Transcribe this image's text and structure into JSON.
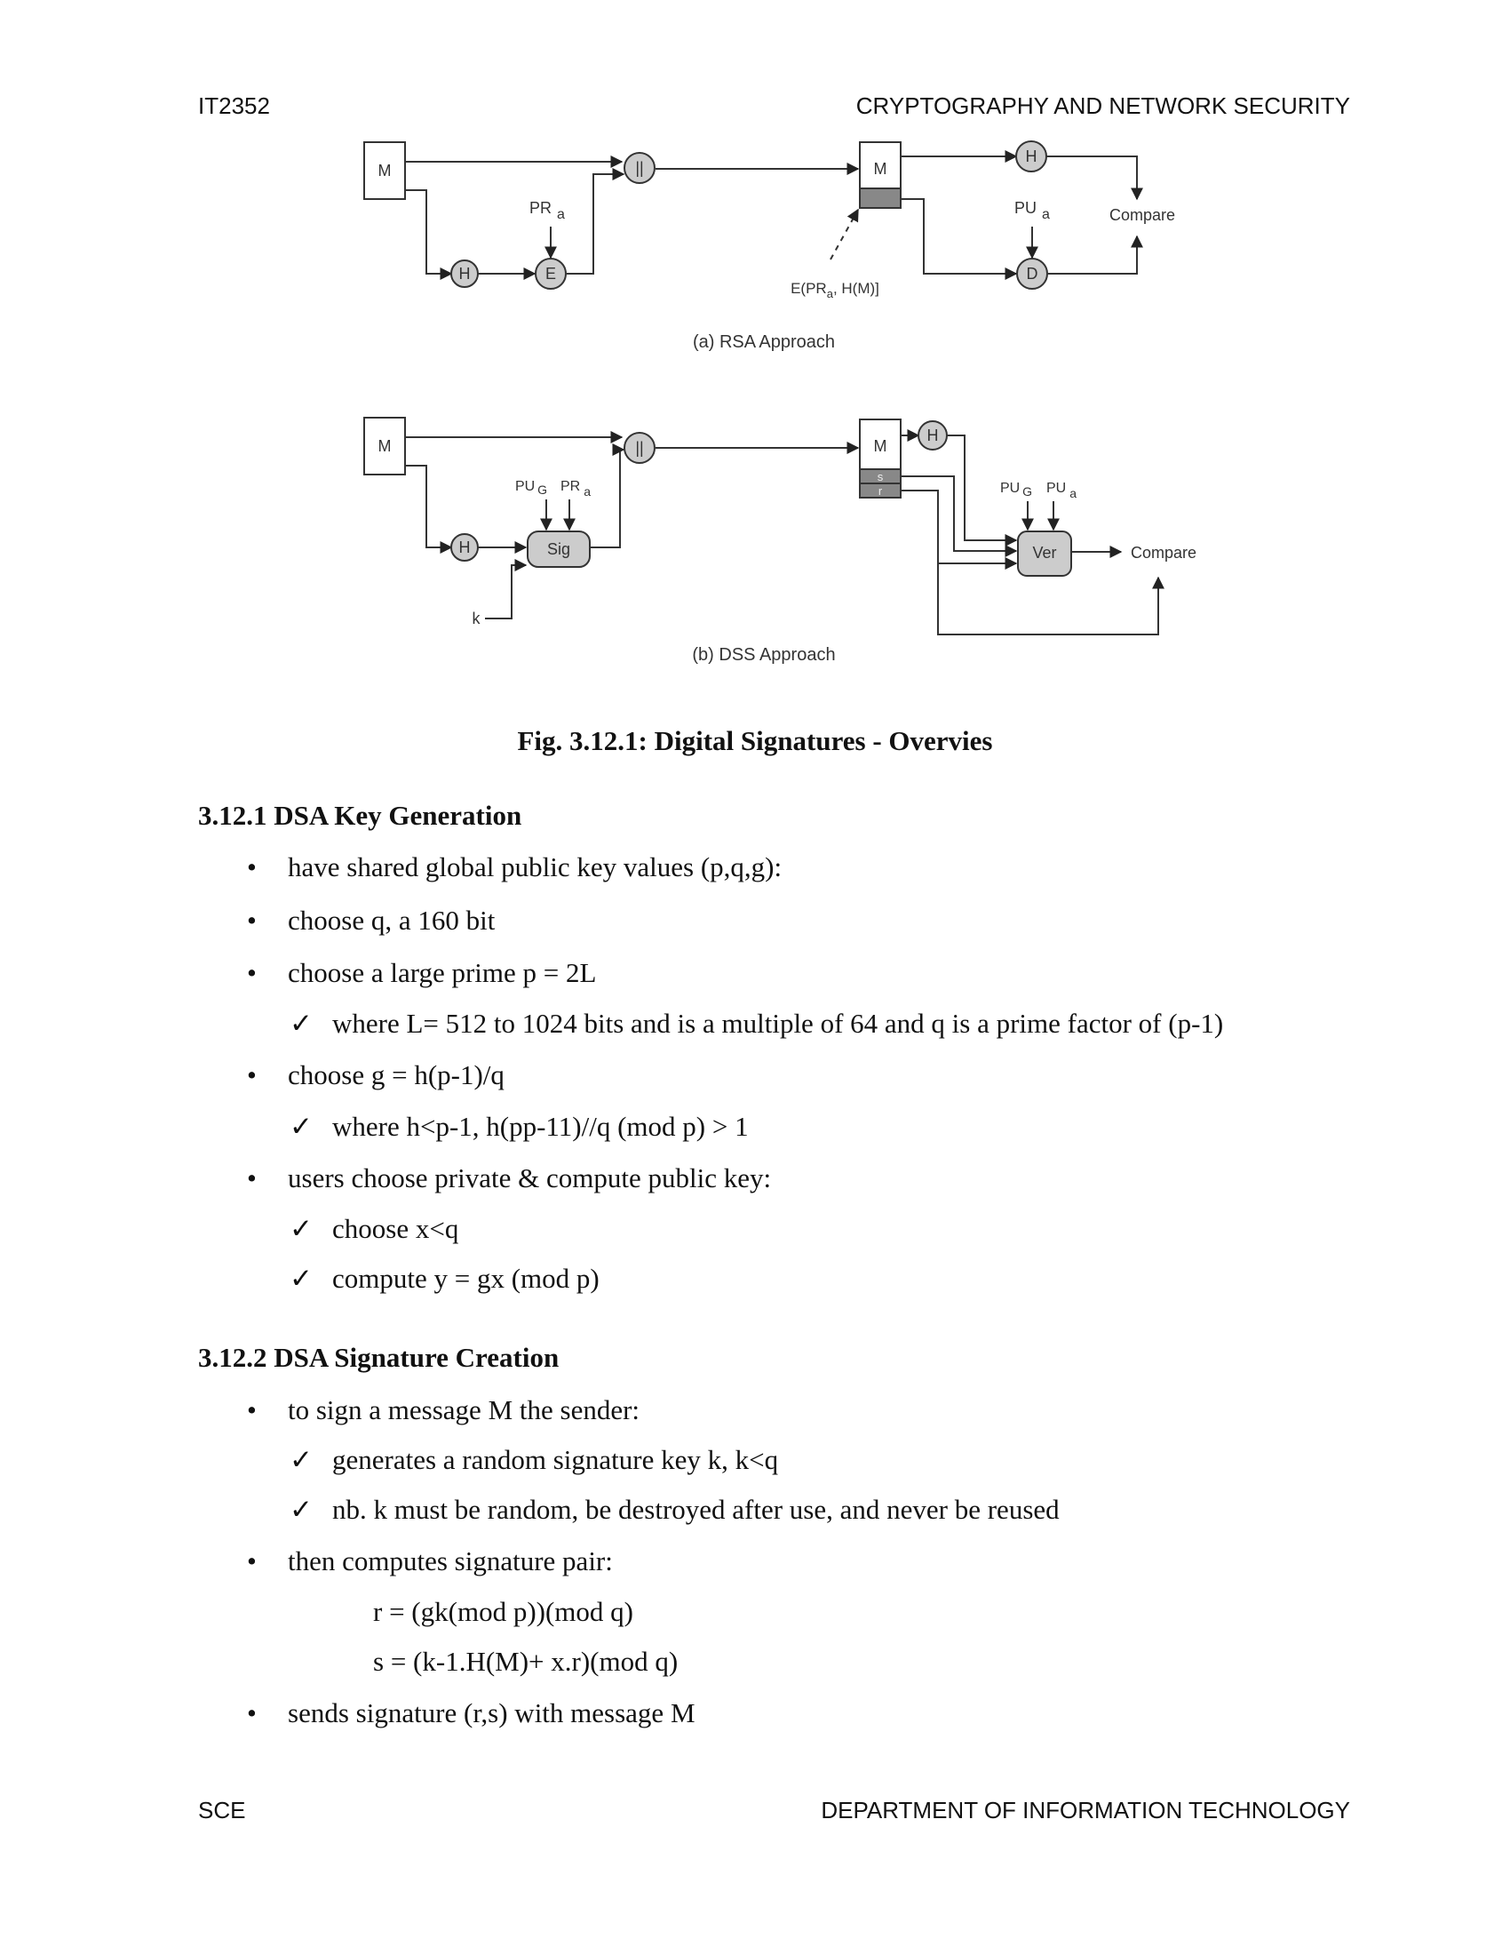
{
  "header": {
    "left": "IT2352",
    "right": "CRYPTOGRAPHY AND NETWORK SECURITY"
  },
  "footer": {
    "left": "SCE",
    "right": "DEPARTMENT OF INFORMATION TECHNOLOGY"
  },
  "diagram": {
    "rsa": {
      "m_sender": "M",
      "concat": "||",
      "hash": "H",
      "pr": "PR",
      "pr_sub": "a",
      "encrypt": "E",
      "m_receiver": "M",
      "sig_label": "E(PR",
      "sig_label_sub": "a",
      "sig_label_rest": ", H(M)]",
      "hash_recv": "H",
      "pu": "PU",
      "pu_sub": "a",
      "decrypt": "D",
      "compare": "Compare",
      "caption": "(a) RSA Approach"
    },
    "dss": {
      "m_sender": "M",
      "concat": "||",
      "hash": "H",
      "pug": "PU",
      "pug_sub": "G",
      "pra": "PR",
      "pra_sub": "a",
      "sig": "Sig",
      "k": "k",
      "m_receiver": "M",
      "s": "s",
      "r": "r",
      "hash_recv": "H",
      "pug2": "PU",
      "pug2_sub": "G",
      "pua": "PU",
      "pua_sub": "a",
      "ver": "Ver",
      "compare": "Compare",
      "caption": "(b) DSS Approach"
    }
  },
  "figure_caption": "Fig. 3.12.1: Digital Signatures - Overvies",
  "section1": {
    "title": "3.12.1 DSA Key Generation",
    "bullet_mark": "•",
    "check_mark": "✓",
    "b1": "have shared global public key values (p,q,g):",
    "b2": "choose q, a 160 bit",
    "b3": "choose a large prime p = 2L",
    "c1": "where L= 512 to 1024 bits and is a multiple of 64 and q is a prime factor of (p-1)",
    "b4": "choose g = h(p-1)/q",
    "c2": "where h<p-1, h(pp-11)//q (mod p) > 1",
    "b5": "users choose private & compute public key:",
    "c3": "choose x<q",
    "c4": "compute y = gx (mod p)"
  },
  "section2": {
    "title": "3.12.2 DSA Signature Creation",
    "b1": "to sign a message M the sender:",
    "c1": "generates a random signature key k, k<q",
    "c2": "nb. k must be random, be destroyed after use, and never be reused",
    "b2": "then computes signature pair:",
    "f1": "r = (gk(mod p))(mod q)",
    "f2": "s = (k-1.H(M)+ x.r)(mod q)",
    "b3": "sends signature (r,s) with message M"
  }
}
